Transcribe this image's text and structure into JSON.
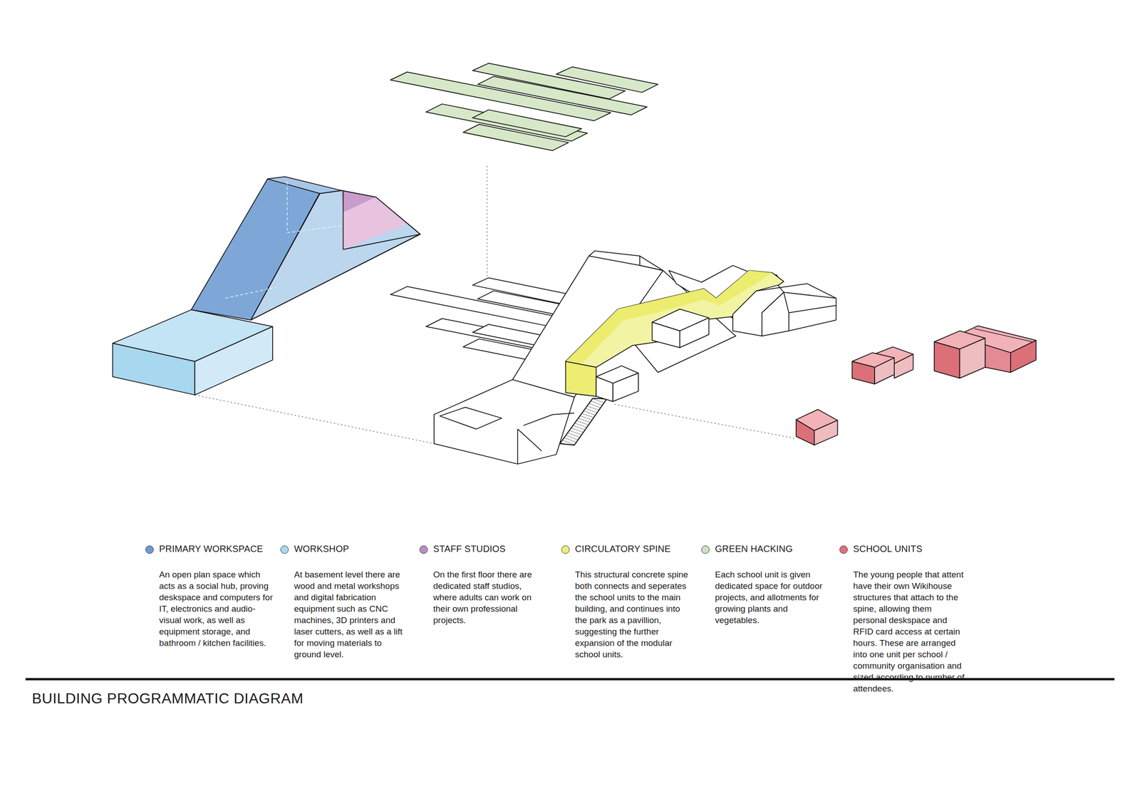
{
  "diagram": {
    "title": "BUILDING PROGRAMMATIC DIAGRAM",
    "labels": [
      "An open plan space which acts as a social hub, proving deskspace and computers for IT, electronics and audio-visual work, as well as equipment storage, and bathroom / kitchen facilities.",
      "At basement level there are wood and metal workshops and digital fabrication equipment such as CNC machines, 3D printers and laser cutters, as well as a lift for moving materials to ground level.",
      "On the first floor there are dedicated staff studios, where adults can work on their own professional projects.",
      "This structural concrete spine both connects and seperates the school units to the main building, and continues into the park as a pavillion, suggesting the further expansion of the modular school units.",
      "Each school unit is given dedicated space for outdoor projects, and allotments for growing plants and vegetables.",
      "The young people that attent have their own Wikihouse structures that attach to the spine, allowing them personal deskspace and RFID card access at certain hours. These are arranged into one unit per school / community organisation and sized according to number of attendees."
    ],
    "legend": [
      {
        "text": "PRIMARY WORKSPACE",
        "color": "#6f98d4"
      },
      {
        "text": "WORKSHOP",
        "color": "#a9d8f0"
      },
      {
        "text": "STAFF STUDIOS",
        "color": "#b98ec4"
      },
      {
        "text": "CIRCULATORY SPINE",
        "color": "#eeee80"
      },
      {
        "text": "GREEN HACKING",
        "color": "#cbe4bf"
      },
      {
        "text": "SCHOOL UNITS",
        "color": "#e0707a"
      }
    ]
  }
}
